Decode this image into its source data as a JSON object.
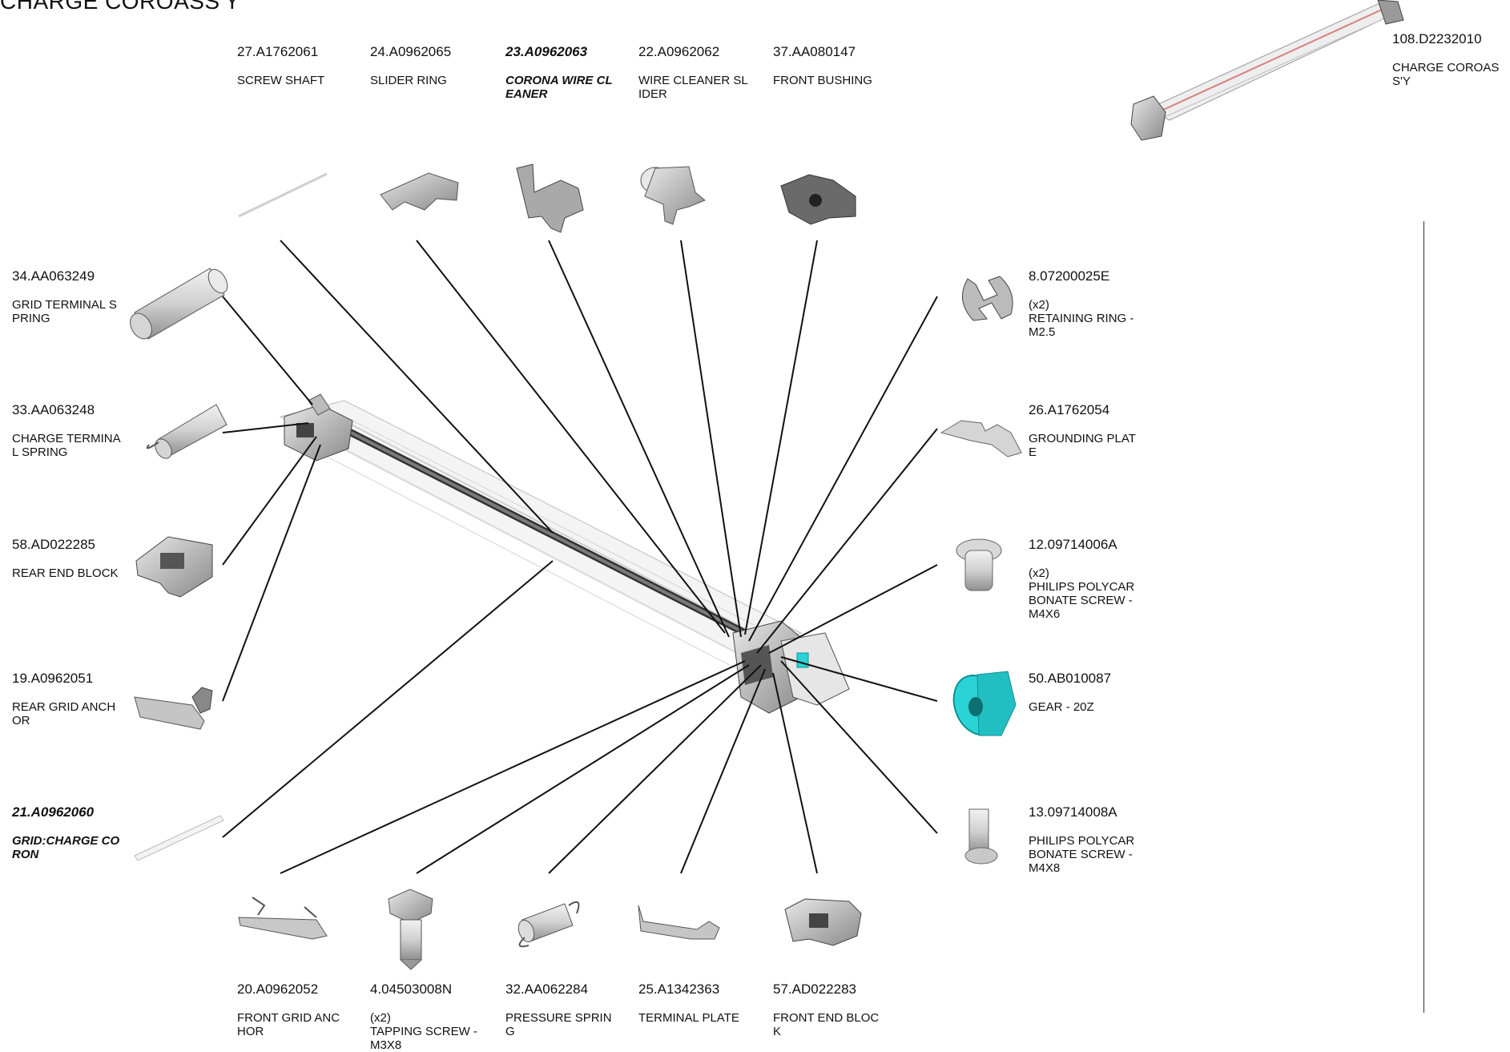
{
  "title": "CHARGE COROASS'Y",
  "parts": [
    {
      "id": "p27",
      "number": "27.A1762061",
      "name": "SCREW SHAFT",
      "emphasis": false
    },
    {
      "id": "p24",
      "number": "24.A0962065",
      "name": "SLIDER RING",
      "emphasis": false
    },
    {
      "id": "p23",
      "number": "23.A0962063",
      "name": "CORONA WIRE CL\nEANER",
      "emphasis": true
    },
    {
      "id": "p22",
      "number": "22.A0962062",
      "name": "WIRE CLEANER SL\nIDER",
      "emphasis": false
    },
    {
      "id": "p37",
      "number": "37.AA080147",
      "name": "FRONT BUSHING",
      "emphasis": false
    },
    {
      "id": "p108",
      "number": "108.D2232010",
      "name": "CHARGE COROAS\nS'Y",
      "emphasis": false
    },
    {
      "id": "p34",
      "number": "34.AA063249",
      "name": "GRID TERMINAL S\nPRING",
      "emphasis": false
    },
    {
      "id": "p33",
      "number": "33.AA063248",
      "name": "CHARGE TERMINA\nL SPRING",
      "emphasis": false
    },
    {
      "id": "p58",
      "number": "58.AD022285",
      "name": "REAR END BLOCK",
      "emphasis": false
    },
    {
      "id": "p19",
      "number": "19.A0962051",
      "name": "REAR GRID ANCH\nOR",
      "emphasis": false
    },
    {
      "id": "p21",
      "number": "21.A0962060",
      "name": "GRID:CHARGE CO\nRON",
      "emphasis": true
    },
    {
      "id": "p8",
      "number": "8.07200025E",
      "name": "(x2)\nRETAINING RING -\nM2.5",
      "emphasis": false
    },
    {
      "id": "p26",
      "number": "26.A1762054",
      "name": "GROUNDING PLAT\nE",
      "emphasis": false
    },
    {
      "id": "p12",
      "number": "12.09714006A",
      "name": "(x2)\nPHILIPS POLYCAR\nBONATE SCREW -\nM4X6",
      "emphasis": false
    },
    {
      "id": "p50",
      "number": "50.AB010087",
      "name": "GEAR - 20Z",
      "emphasis": false
    },
    {
      "id": "p13",
      "number": "13.09714008A",
      "name": "PHILIPS POLYCAR\nBONATE SCREW -\nM4X8",
      "emphasis": false
    },
    {
      "id": "p20",
      "number": "20.A0962052",
      "name": "FRONT GRID ANC\nHOR",
      "emphasis": false
    },
    {
      "id": "p4",
      "number": "4.04503008N",
      "name": "(x2)\n TAPPING SCREW -\n M3X8",
      "emphasis": false
    },
    {
      "id": "p32",
      "number": "32.AA062284",
      "name": "PRESSURE SPRIN\nG",
      "emphasis": false
    },
    {
      "id": "p25",
      "number": "25.A1342363",
      "name": "TERMINAL PLATE",
      "emphasis": false
    },
    {
      "id": "p57",
      "number": "57.AD022283",
      "name": "FRONT END BLOC\nK",
      "emphasis": false
    }
  ],
  "colors": {
    "line": "#111111",
    "part_gray": "#c9c9c9",
    "part_dark": "#555555",
    "gear": "#2ad3d6",
    "wire": "#d88080"
  }
}
